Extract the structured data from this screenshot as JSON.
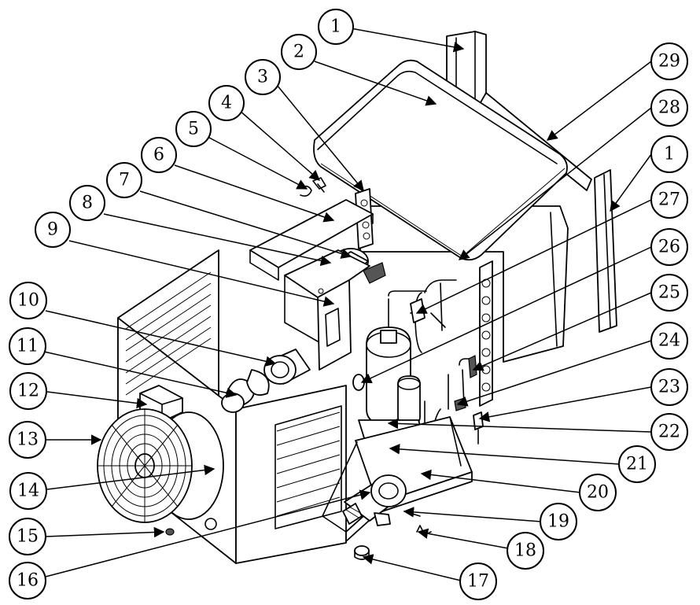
{
  "callouts": [
    {
      "id": "c1a",
      "number": "1"
    },
    {
      "id": "c2",
      "number": "2"
    },
    {
      "id": "c3",
      "number": "3"
    },
    {
      "id": "c4",
      "number": "4"
    },
    {
      "id": "c5",
      "number": "5"
    },
    {
      "id": "c6",
      "number": "6"
    },
    {
      "id": "c7",
      "number": "7"
    },
    {
      "id": "c8",
      "number": "8"
    },
    {
      "id": "c9",
      "number": "9"
    },
    {
      "id": "c10",
      "number": "10"
    },
    {
      "id": "c11",
      "number": "11"
    },
    {
      "id": "c12",
      "number": "12"
    },
    {
      "id": "c13",
      "number": "13"
    },
    {
      "id": "c14",
      "number": "14"
    },
    {
      "id": "c15",
      "number": "15"
    },
    {
      "id": "c16",
      "number": "16"
    },
    {
      "id": "c17",
      "number": "17"
    },
    {
      "id": "c18",
      "number": "18"
    },
    {
      "id": "c19",
      "number": "19"
    },
    {
      "id": "c20",
      "number": "20"
    },
    {
      "id": "c21",
      "number": "21"
    },
    {
      "id": "c22",
      "number": "22"
    },
    {
      "id": "c23",
      "number": "23"
    },
    {
      "id": "c24",
      "number": "24"
    },
    {
      "id": "c25",
      "number": "25"
    },
    {
      "id": "c26",
      "number": "26"
    },
    {
      "id": "c27",
      "number": "27"
    },
    {
      "id": "c28",
      "number": "28"
    },
    {
      "id": "c29",
      "number": "29"
    },
    {
      "id": "c1b",
      "number": "1"
    }
  ]
}
